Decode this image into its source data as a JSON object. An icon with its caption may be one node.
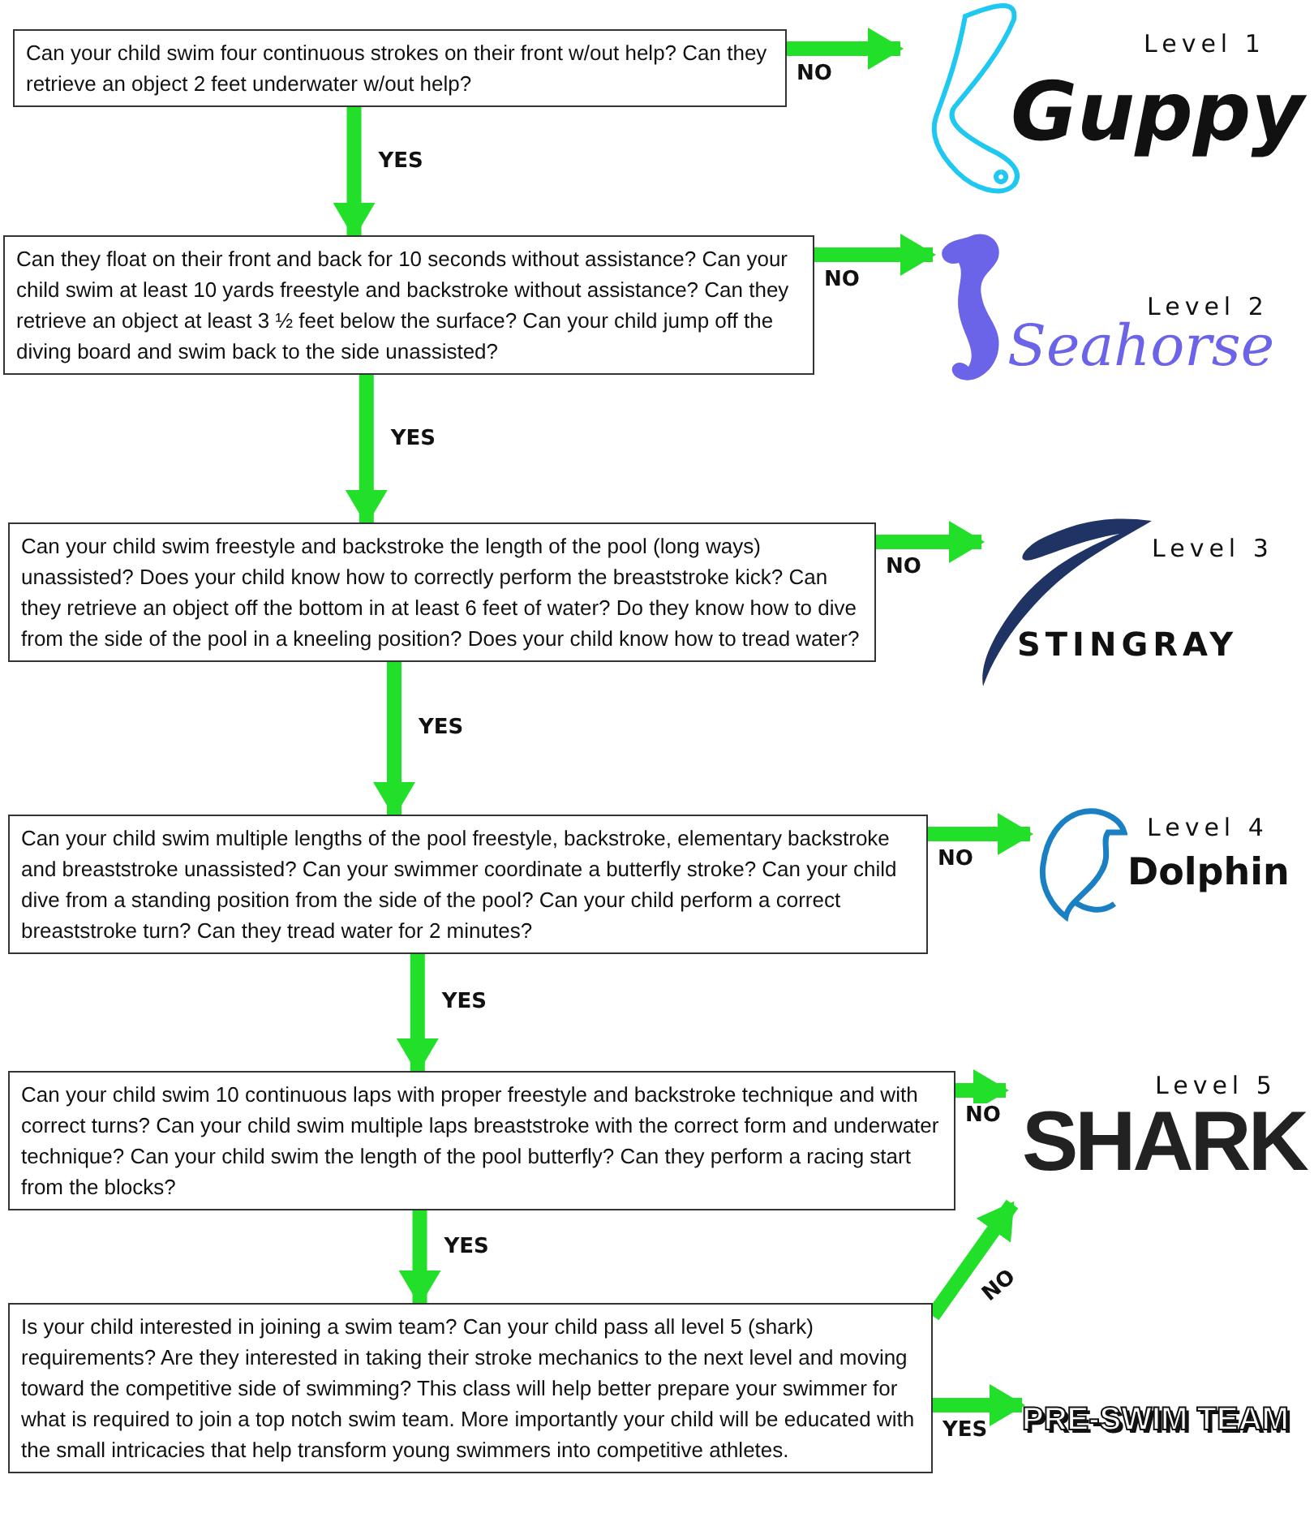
{
  "diagram": {
    "nodes": [
      {
        "text": [
          "Can your child swim four continuous strokes on their front w/out help? Can they retrieve an object 2 feet underwater w/out help?"
        ]
      },
      {
        "text": [
          "Can they float on their front and back for 10 seconds without assistance? Can your child swim at least 10 yards freestyle and backstroke without assistance?  Can they retrieve an object at least 3 ½ feet below the surface? Can your child jump off the diving board and swim back to the side unassisted?"
        ]
      },
      {
        "text": [
          "Can your child swim freestyle and backstroke the length of the pool (long ways) unassisted?  Does your child know how to correctly perform the breaststroke kick?  Can they retrieve an object off the bottom in at least 6 feet of water?  Do they know how to dive from the side of the pool in a kneeling position?  Does your child know how to tread water?"
        ]
      },
      {
        "text": [
          "Can your child swim multiple lengths of the pool freestyle, backstroke, elementary backstroke and breaststroke unassisted?  Can your swimmer coordinate a butterfly stroke?  Can your child dive from a standing position from the side of the pool?  Can your child perform a correct breaststroke turn?  Can they tread water for 2 minutes?"
        ]
      },
      {
        "text": [
          "Can your child swim 10 continuous laps with proper freestyle and backstroke technique and with correct turns?  Can your child swim multiple laps breaststroke with the correct form and underwater technique?  Can your child swim the length of the pool butterfly? Can they perform a racing start from the blocks?"
        ]
      },
      {
        "text": [
          "Is your child interested in joining a swim team?  Can your child pass all level 5 (shark) requirements?  Are they interested in taking their stroke mechanics to the next level and moving toward the competitive side of swimming?  This class will help better prepare your swimmer for what is required to join a top notch swim team.  More importantly your child will be educated with the small intricacies that help transform young swimmers into competitive athletes."
        ]
      },
      {
        "text": [
          "Level 1",
          "Guppy"
        ]
      },
      {
        "text": [
          "Level 2",
          "Seahorse"
        ]
      },
      {
        "text": [
          "Level 3",
          "STINGRAY"
        ]
      },
      {
        "text": [
          "Level 4",
          "Dolphin"
        ]
      },
      {
        "text": [
          "Level 5",
          "SHARK"
        ]
      },
      {
        "text": [
          "PRE-SWIM TEAM"
        ]
      }
    ],
    "edges": [
      {
        "from": 0,
        "to": 6,
        "arrow": "to",
        "label": "NO"
      },
      {
        "from": 0,
        "to": 1,
        "arrow": "to",
        "label": "YES"
      },
      {
        "from": 1,
        "to": 7,
        "arrow": "to",
        "label": "NO"
      },
      {
        "from": 1,
        "to": 2,
        "arrow": "to",
        "label": "YES"
      },
      {
        "from": 2,
        "to": 8,
        "arrow": "to",
        "label": "NO"
      },
      {
        "from": 2,
        "to": 3,
        "arrow": "to",
        "label": "YES"
      },
      {
        "from": 3,
        "to": 9,
        "arrow": "to",
        "label": "NO"
      },
      {
        "from": 3,
        "to": 4,
        "arrow": "to",
        "label": "YES"
      },
      {
        "from": 4,
        "to": 10,
        "arrow": "to",
        "label": "NO"
      },
      {
        "from": 4,
        "to": 5,
        "arrow": "to",
        "label": "YES"
      },
      {
        "from": 5,
        "to": 10,
        "arrow": "to",
        "label": "NO"
      },
      {
        "from": 5,
        "to": 11,
        "arrow": "to",
        "label": "YES"
      }
    ]
  }
}
